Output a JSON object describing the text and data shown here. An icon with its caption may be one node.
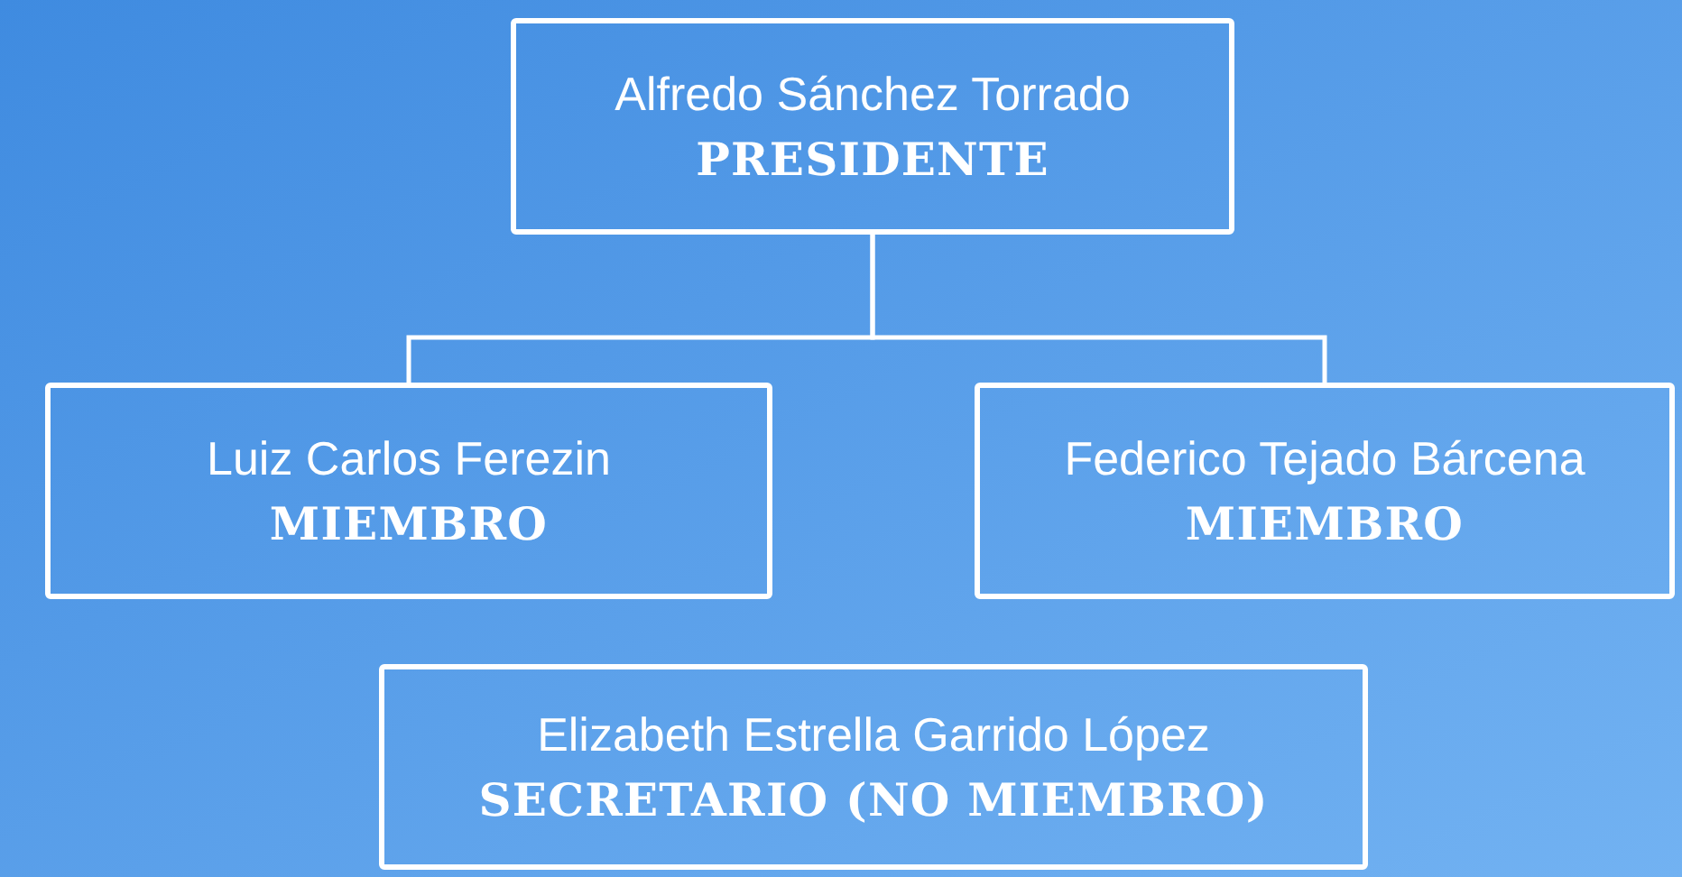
{
  "diagram": {
    "nodes": [
      {
        "text": [
          "Alfredo Sánchez Torrado",
          "PRESIDENTE"
        ]
      },
      {
        "text": [
          "Luiz Carlos Ferezin",
          "MIEMBRO"
        ]
      },
      {
        "text": [
          "Federico Tejado Bárcena",
          "MIEMBRO"
        ]
      },
      {
        "text": [
          "Elizabeth Estrella Garrido López",
          "SECRETARIO (NO MIEMBRO)"
        ]
      }
    ],
    "edges": [
      {
        "from": 0,
        "to": 1,
        "arrow": "none"
      },
      {
        "from": 0,
        "to": 2,
        "arrow": "none"
      }
    ]
  }
}
